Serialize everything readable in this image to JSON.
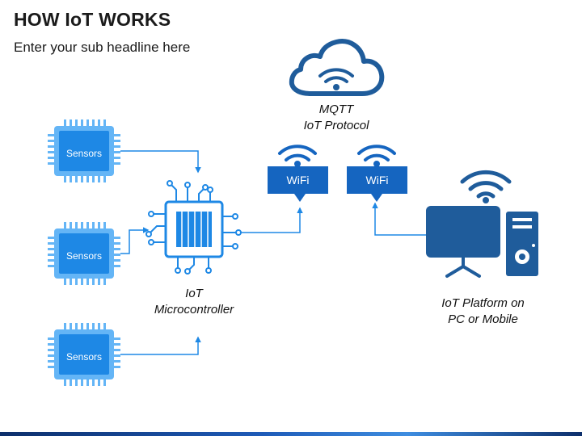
{
  "header": {
    "title": "HOW IoT WORKS",
    "subtitle": "Enter your sub headline here"
  },
  "sensors": [
    {
      "label": "Sensors"
    },
    {
      "label": "Sensors"
    },
    {
      "label": "Sensors"
    }
  ],
  "microcontroller": {
    "line1": "IoT",
    "line2": "Microcontroller"
  },
  "cloud": {
    "line1": "MQTT",
    "line2": "IoT Protocol"
  },
  "wifi": [
    {
      "label": "WiFi"
    },
    {
      "label": "WiFi"
    }
  ],
  "platform": {
    "line1": "IoT Platform on",
    "line2": "PC or Mobile"
  },
  "colors": {
    "chip_dark": "#1e88e5",
    "chip_light": "#64b5f6",
    "wifi_box": "#1565c0",
    "pc": "#1f5c9b",
    "connector": "#1e88e5"
  }
}
